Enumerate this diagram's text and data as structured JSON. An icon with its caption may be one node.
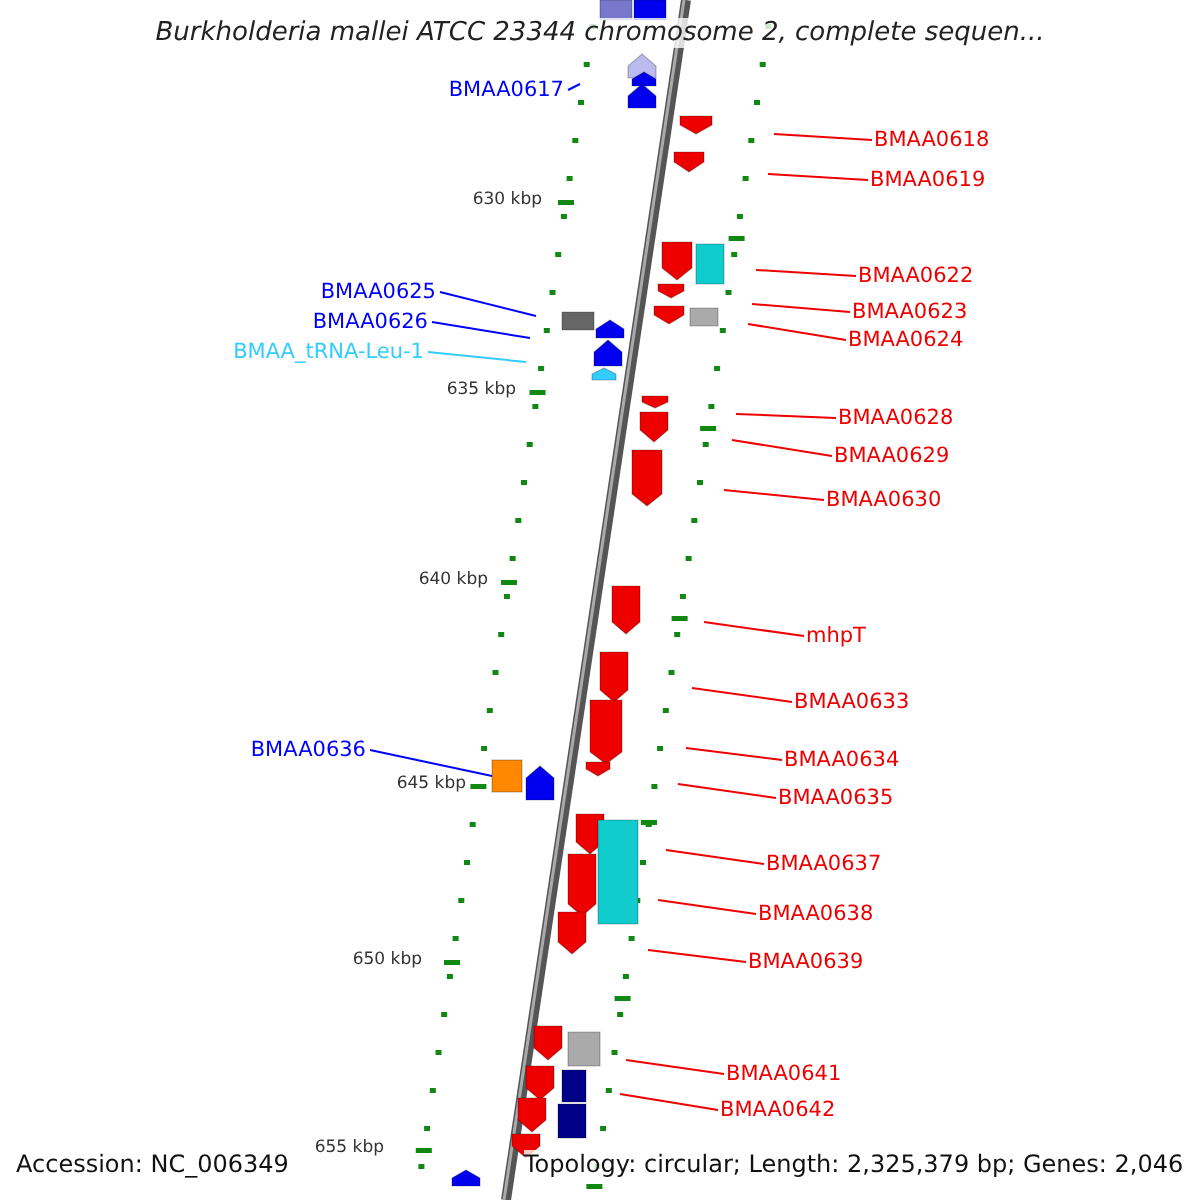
{
  "diagram": {
    "title": "Burkholderia mallei ATCC 23344 chromosome 2, complete sequen...",
    "nodes": [
      {
        "text": [
          "BMAA0617"
        ]
      },
      {
        "text": [
          "BMAA0618"
        ]
      },
      {
        "text": [
          "BMAA0619"
        ]
      },
      {
        "text": [
          "BMAA0622"
        ]
      },
      {
        "text": [
          "BMAA0623"
        ]
      },
      {
        "text": [
          "BMAA0624"
        ]
      },
      {
        "text": [
          "BMAA0625"
        ]
      },
      {
        "text": [
          "BMAA0626"
        ]
      },
      {
        "text": [
          "BMAA_tRNA-Leu-1"
        ]
      },
      {
        "text": [
          "BMAA0628"
        ]
      },
      {
        "text": [
          "BMAA0629"
        ]
      },
      {
        "text": [
          "BMAA0630"
        ]
      },
      {
        "text": [
          "mhpT"
        ]
      },
      {
        "text": [
          "BMAA0633"
        ]
      },
      {
        "text": [
          "BMAA0634"
        ]
      },
      {
        "text": [
          "BMAA0635"
        ]
      },
      {
        "text": [
          "BMAA0636"
        ]
      },
      {
        "text": [
          "BMAA0637"
        ]
      },
      {
        "text": [
          "BMAA0638"
        ]
      },
      {
        "text": [
          "BMAA0639"
        ]
      },
      {
        "text": [
          "BMAA0641"
        ]
      },
      {
        "text": [
          "BMAA0642"
        ]
      },
      {
        "text": [],
        "shape": "box"
      }
    ],
    "edges": [
      {
        "from": 0,
        "to": null,
        "arrow": "none",
        "color": "#0000ff"
      },
      {
        "from": 1,
        "to": null,
        "arrow": "none"
      },
      {
        "from": 2,
        "to": null,
        "arrow": "none"
      },
      {
        "from": 3,
        "to": null,
        "arrow": "none"
      },
      {
        "from": 4,
        "to": null,
        "arrow": "none"
      },
      {
        "from": 5,
        "to": null,
        "arrow": "none"
      },
      {
        "from": 6,
        "to": null,
        "arrow": "none",
        "color": "#0000ff"
      },
      {
        "from": 7,
        "to": null,
        "arrow": "none",
        "color": "#0000ff"
      },
      {
        "from": 8,
        "to": null,
        "arrow": "none",
        "color": "#33ccff"
      },
      {
        "from": 9,
        "to": null,
        "arrow": "none"
      },
      {
        "from": 10,
        "to": null,
        "arrow": "none"
      },
      {
        "from": 11,
        "to": null,
        "arrow": "none"
      },
      {
        "from": 12,
        "to": null,
        "arrow": "none"
      },
      {
        "from": 13,
        "to": null,
        "arrow": "none"
      },
      {
        "from": 14,
        "to": null,
        "arrow": "none"
      },
      {
        "from": 15,
        "to": null,
        "arrow": "none"
      },
      {
        "from": 16,
        "to": 22,
        "arrow": "none",
        "color": "#0000ff"
      },
      {
        "from": 17,
        "to": null,
        "arrow": "none"
      },
      {
        "from": 18,
        "to": null,
        "arrow": "none"
      },
      {
        "from": 19,
        "to": null,
        "arrow": "none"
      },
      {
        "from": 20,
        "to": null,
        "arrow": "none"
      },
      {
        "from": 21,
        "to": null,
        "arrow": "none"
      }
    ],
    "labels": [
      "630 kbp",
      "635 kbp",
      "640 kbp",
      "645 kbp",
      "650 kbp",
      "655 kbp",
      "Accession: NC_006349",
      "Topology: circular; Length: 2,325,379 bp; Genes: 2,046"
    ]
  }
}
